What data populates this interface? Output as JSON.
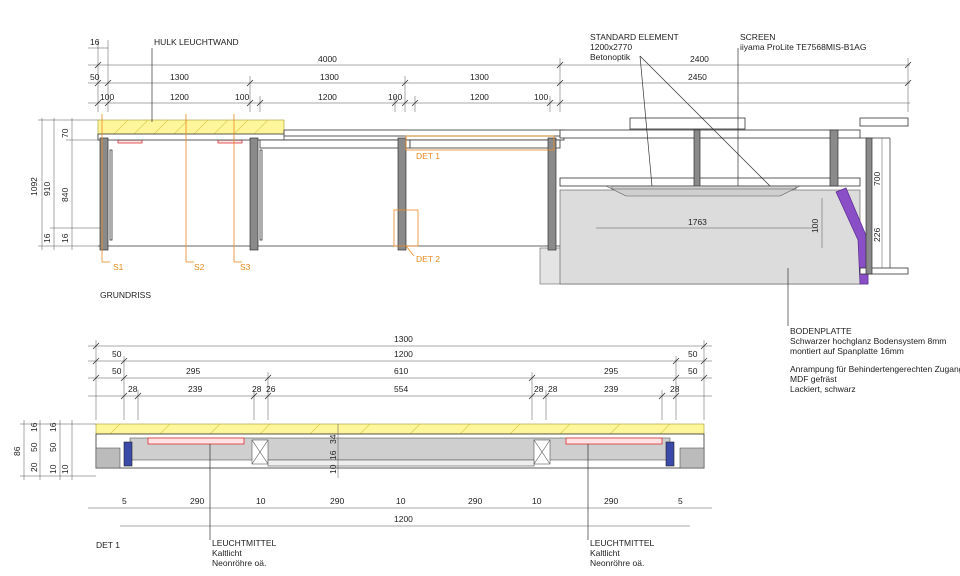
{
  "plan": {
    "title": "GRUNDRISS",
    "hulk": "HULK LEUCHTWAND",
    "std": [
      "STANDARD ELEMENT",
      "1200x2770",
      "Betonoptik"
    ],
    "screen": [
      "SCREEN",
      "iiyama ProLite TE7568MIS-B1AG"
    ],
    "boden": [
      "BODENPLATTE",
      "Schwarzer hochglanz Bodensystem 8mm",
      "montiert auf Spanplatte 16mm",
      "",
      "Anrampung für Behindertengerechten Zugang",
      "MDF gefräst",
      "Lackiert, schwarz"
    ],
    "det1": "DET 1",
    "det2": "DET 2",
    "sections": [
      "S1",
      "S2",
      "S3"
    ],
    "dims": {
      "d16": "16",
      "d4000": "4000",
      "d2400": "2400",
      "row2": [
        "50",
        "1300",
        "1300",
        "1300",
        "2450"
      ],
      "row3": [
        "100",
        "1200",
        "100",
        "1200",
        "100",
        "1200",
        "100"
      ],
      "left": [
        "1092",
        "910",
        "840",
        "70",
        "16",
        "16"
      ],
      "d1763": "1763",
      "d100": "100",
      "d700": "700",
      "d226": "226"
    }
  },
  "detail": {
    "title": "DET 1",
    "top": [
      "1300"
    ],
    "r2": [
      "50",
      "1200",
      "50"
    ],
    "r3": [
      "50",
      "295",
      "610",
      "295",
      "50"
    ],
    "r4": [
      "28",
      "239",
      "28",
      "26",
      "554",
      "28",
      "28",
      "239",
      "28"
    ],
    "bottom": [
      "5",
      "290",
      "10",
      "290",
      "10",
      "290",
      "10",
      "290",
      "5"
    ],
    "bottom2": "1200",
    "left1": [
      "86"
    ],
    "left2": [
      "16",
      "50",
      "20",
      "10",
      "10"
    ],
    "left3": [
      "16",
      "50",
      "10"
    ],
    "mid": [
      "34",
      "16",
      "10"
    ],
    "leucht": [
      "LEUCHTMITTEL",
      "Kaltlicht",
      "Neonröhre oä."
    ]
  }
}
